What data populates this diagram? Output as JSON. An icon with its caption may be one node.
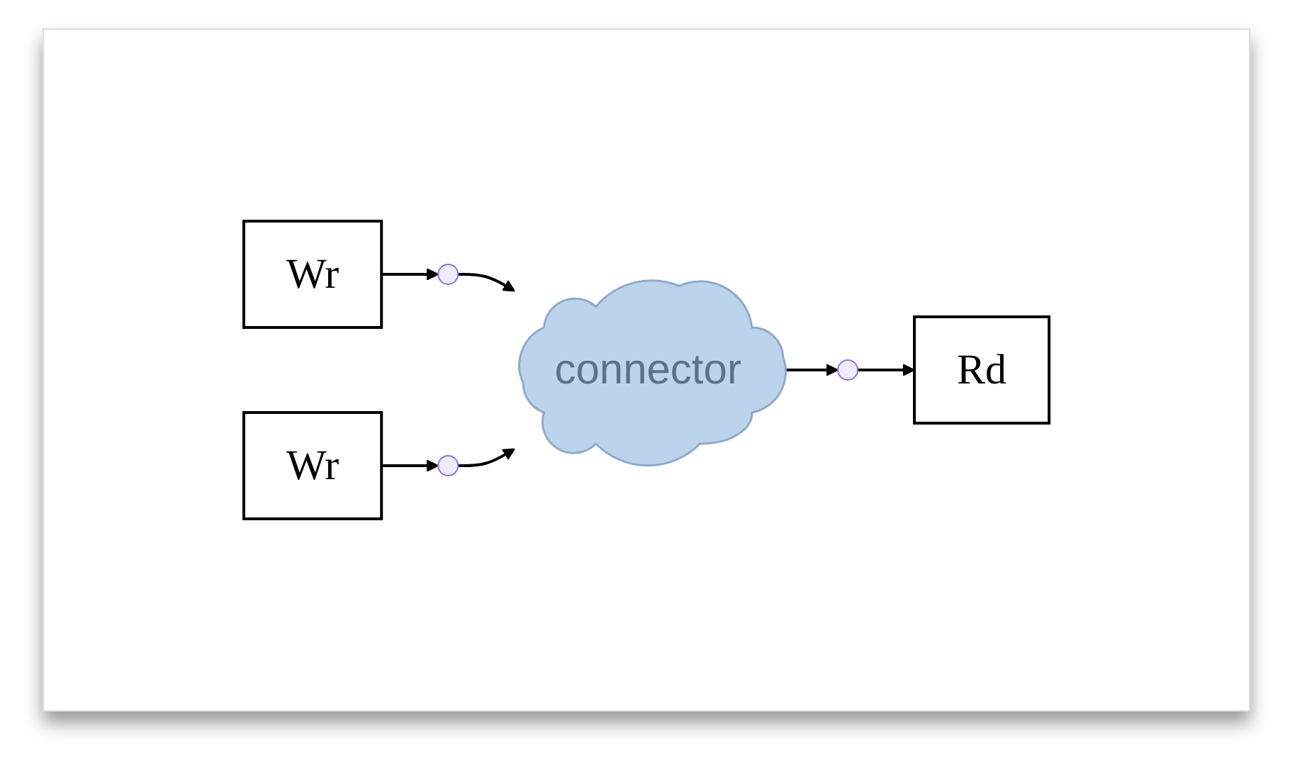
{
  "diagram": {
    "nodes": [
      {
        "text": [
          "Wr"
        ]
      },
      {
        "text": [],
        "shape": "circle"
      },
      {
        "text": [
          "Wr"
        ]
      },
      {
        "text": [],
        "shape": "circle"
      },
      {
        "text": [
          "connector"
        ]
      },
      {
        "text": [],
        "shape": "circle"
      },
      {
        "text": [
          "Rd"
        ]
      }
    ],
    "edges": [
      {
        "from": 0,
        "to": 1,
        "arrow": "to"
      },
      {
        "from": 1,
        "to": 4,
        "arrow": "to"
      },
      {
        "from": 2,
        "to": 3,
        "arrow": "to"
      },
      {
        "from": 3,
        "to": 4,
        "arrow": "to"
      },
      {
        "from": 4,
        "to": 5,
        "arrow": "to"
      },
      {
        "from": 5,
        "to": 6,
        "arrow": "to"
      }
    ]
  }
}
